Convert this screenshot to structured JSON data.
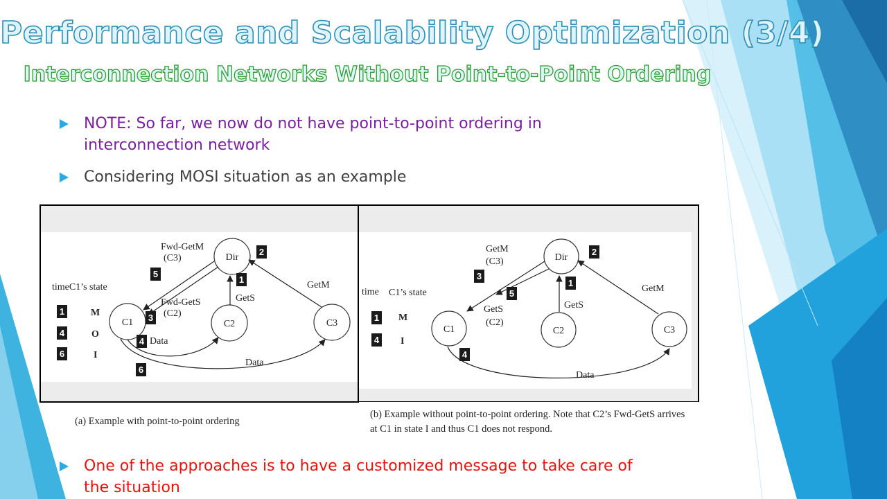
{
  "slide": {
    "title": "Performance and Scalability Optimization (3/4)",
    "subtitle": "Interconnection Networks Without Point-to-Point Ordering"
  },
  "bullets": [
    {
      "text": "NOTE: So far, we now do not have point-to-point ordering in interconnection network",
      "color": "#7a1fa2"
    },
    {
      "text": "Considering MOSI situation as an example",
      "color": "#404040"
    },
    {
      "text": "One of the approaches is to have a customized message to take care of the situation",
      "color": "#e8120c"
    }
  ],
  "figure_a": {
    "header": "timeC1’s state",
    "nodes": {
      "dir": "Dir",
      "c1": "C1",
      "c2": "C2",
      "c3": "C3"
    },
    "rows": [
      {
        "num": "1",
        "state": "M"
      },
      {
        "num": "4",
        "state": "O"
      },
      {
        "num": "6",
        "state": "I"
      }
    ],
    "msg_fwd_getm": "Fwd-GetM",
    "msg_fwd_getm_sub": "(C3)",
    "msg_fwd_gets": "Fwd-GetS",
    "msg_fwd_gets_sub": "(C2)",
    "msg_getm": "GetM",
    "msg_gets": "GetS",
    "msg_data1": "Data",
    "msg_data2": "Data",
    "badges": {
      "b2": "2",
      "b5": "5",
      "b1": "1",
      "b3": "3",
      "b4": "4",
      "b6": "6"
    },
    "caption": "(a) Example with point-to-point ordering"
  },
  "figure_b": {
    "header_time": "time",
    "header_state": "C1’s state",
    "nodes": {
      "dir": "Dir",
      "c1": "C1",
      "c2": "C2",
      "c3": "C3"
    },
    "rows": [
      {
        "num": "1",
        "state": "M"
      },
      {
        "num": "4",
        "state": "I"
      }
    ],
    "msg_getm_c3": "GetM",
    "msg_getm_c3_sub": "(C3)",
    "msg_gets_c2": "GetS",
    "msg_gets_c2_sub": "(C2)",
    "msg_getm": "GetM",
    "msg_gets": "GetS",
    "msg_data": "Data",
    "badges": {
      "b2": "2",
      "b3": "3",
      "b5": "5",
      "b1": "1",
      "b4": "4"
    },
    "caption": "(b) Example without point-to-point ordering. Note that C2’s Fwd-GetS arrives at C1 in state I and thus C1 does not respond."
  },
  "colors": {
    "accent": "#29abe2",
    "title_outline": "#2b8fb6",
    "subtitle_outline": "#2b9f2b"
  }
}
